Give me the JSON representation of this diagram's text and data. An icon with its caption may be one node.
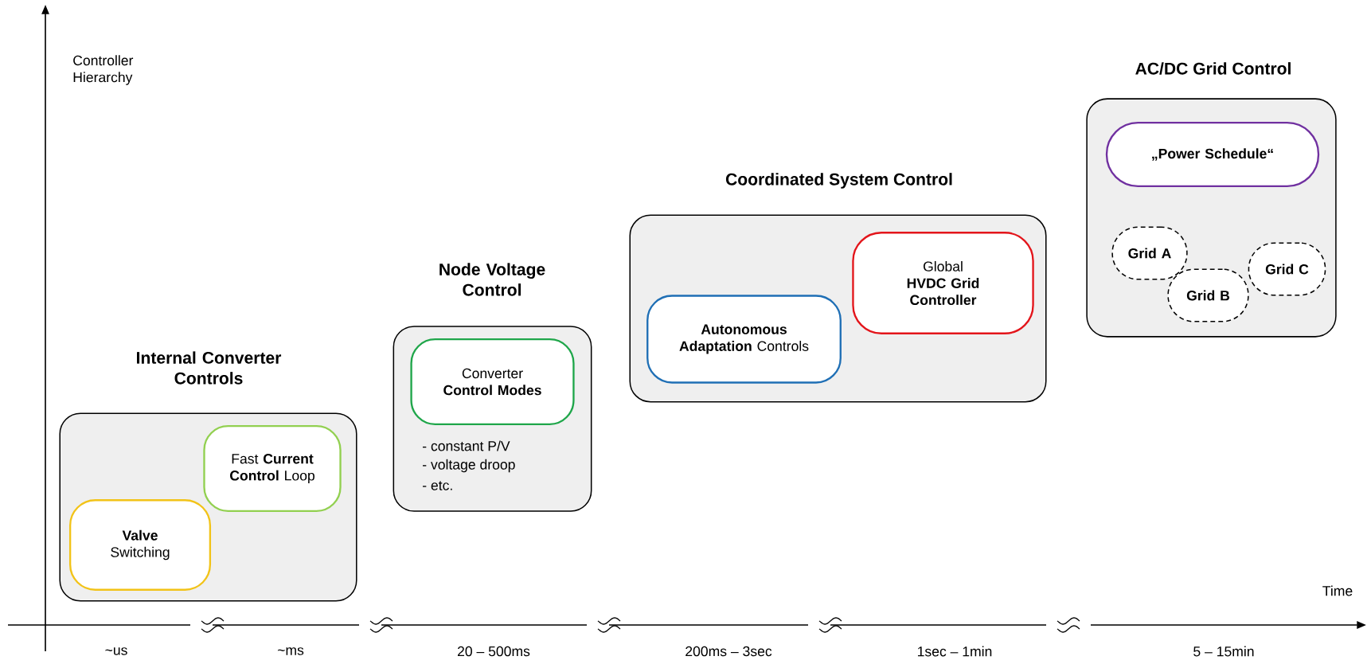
{
  "diagram": {
    "nodes": [
      {
        "text": [
          "Internal Converter Controls"
        ]
      },
      {
        "text": [
          "**Valve** Switching"
        ],
        "in": 0
      },
      {
        "text": [
          "Fast **Current Control** Loop"
        ],
        "in": 0
      },
      {
        "text": [
          "Node Voltage Control",
          "- constant P/V",
          "- voltage droop",
          "- etc."
        ]
      },
      {
        "text": [
          "Converter **Control Modes**"
        ],
        "in": 3
      },
      {
        "text": [
          "Coordinated System Control"
        ]
      },
      {
        "text": [
          "**Autonomous Adaptation** Controls"
        ],
        "in": 5
      },
      {
        "text": [
          "Global **HVDC Grid Controller**"
        ],
        "in": 5
      },
      {
        "text": [
          "AC/DC Grid Control"
        ]
      },
      {
        "text": [
          "„Power Schedule“"
        ],
        "in": 8
      },
      {
        "text": [
          "Grid A"
        ],
        "in": 8
      },
      {
        "text": [
          "Grid B"
        ],
        "in": 8
      },
      {
        "text": [
          "Grid C"
        ],
        "in": 8
      }
    ],
    "labels": [
      "Controller Hierarchy",
      "Time",
      "~us",
      "~ms",
      "20 – 500ms",
      "200ms – 3sec",
      "1sec – 1min",
      "5 – 15min"
    ]
  }
}
